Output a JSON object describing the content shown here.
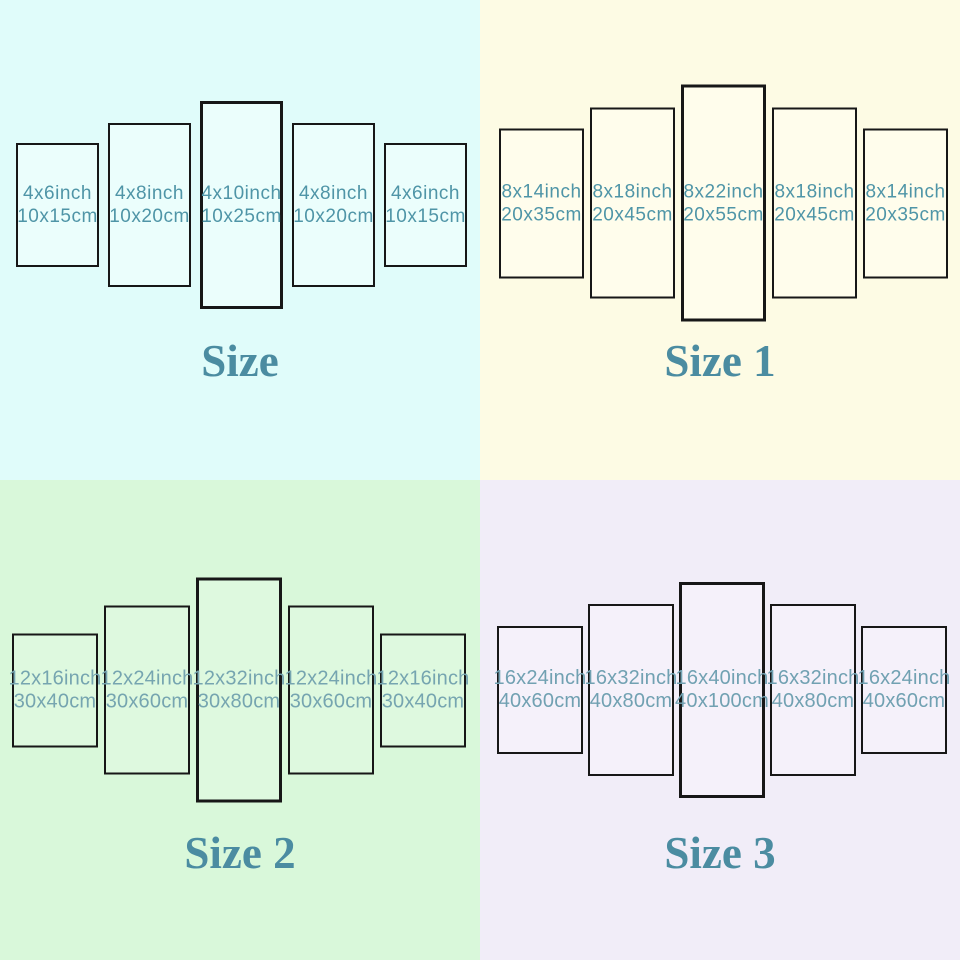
{
  "quadrants": [
    {
      "title": "Size",
      "panels": [
        {
          "inch": "4x6inch",
          "cm": "10x15cm"
        },
        {
          "inch": "4x8inch",
          "cm": "10x20cm"
        },
        {
          "inch": "4x10inch",
          "cm": "10x25cm"
        },
        {
          "inch": "4x8inch",
          "cm": "10x20cm"
        },
        {
          "inch": "4x6inch",
          "cm": "10x15cm"
        }
      ]
    },
    {
      "title": "Size 1",
      "panels": [
        {
          "inch": "8x14inch",
          "cm": "20x35cm"
        },
        {
          "inch": "8x18inch",
          "cm": "20x45cm"
        },
        {
          "inch": "8x22inch",
          "cm": "20x55cm"
        },
        {
          "inch": "8x18inch",
          "cm": "20x45cm"
        },
        {
          "inch": "8x14inch",
          "cm": "20x35cm"
        }
      ]
    },
    {
      "title": "Size 2",
      "panels": [
        {
          "inch": "12x16inch",
          "cm": "30x40cm"
        },
        {
          "inch": "12x24inch",
          "cm": "30x60cm"
        },
        {
          "inch": "12x32inch",
          "cm": "30x80cm"
        },
        {
          "inch": "12x24inch",
          "cm": "30x60cm"
        },
        {
          "inch": "12x16inch",
          "cm": "30x40cm"
        }
      ]
    },
    {
      "title": "Size 3",
      "panels": [
        {
          "inch": "16x24inch",
          "cm": "40x60cm"
        },
        {
          "inch": "16x32inch",
          "cm": "40x80cm"
        },
        {
          "inch": "16x40inch",
          "cm": "40x100cm"
        },
        {
          "inch": "16x32inch",
          "cm": "40x80cm"
        },
        {
          "inch": "16x24inch",
          "cm": "40x60cm"
        }
      ]
    }
  ],
  "colors": {
    "quadrant_backgrounds": [
      "#e0fcfa",
      "#fdfbe4",
      "#d9f8da",
      "#f1edf8"
    ],
    "panel_fills": [
      "#ebfefc",
      "#fffdec",
      "#def9df",
      "#f5f1fa"
    ],
    "panel_border": "#171717",
    "panel_text_top": "#4f95a7",
    "panel_text_bottom": "#74a3b1",
    "title_text": "#4b8ca1"
  }
}
